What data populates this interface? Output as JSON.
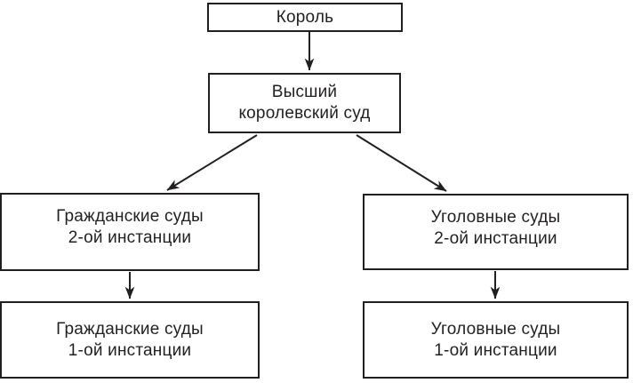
{
  "diagram": {
    "type": "flowchart",
    "language": "ru",
    "colors": {
      "background": "#ffffff",
      "box_fill": "#ffffff",
      "box_border": "#231f20",
      "text": "#231f20",
      "arrow": "#231f20"
    },
    "nodes": {
      "king": {
        "id": "king",
        "lines": [
          "Король"
        ]
      },
      "supreme_court": {
        "id": "supreme_court",
        "lines": [
          "Высший",
          "королевский суд"
        ]
      },
      "civil_courts_2": {
        "id": "civil_courts_2",
        "lines": [
          "Гражданские суды",
          "2-ой инстанции"
        ]
      },
      "criminal_courts_2": {
        "id": "criminal_courts_2",
        "lines": [
          "Уголовные суды",
          "2-ой инстанции"
        ]
      },
      "civil_courts_1": {
        "id": "civil_courts_1",
        "lines": [
          "Гражданские суды",
          "1-ой инстанции"
        ]
      },
      "criminal_courts_1": {
        "id": "criminal_courts_1",
        "lines": [
          "Уголовные суды",
          "1-ой инстанции"
        ]
      }
    },
    "edges": [
      {
        "from": "king",
        "to": "supreme_court",
        "style": "arrow"
      },
      {
        "from": "supreme_court",
        "to": "civil_courts_2",
        "style": "arrow"
      },
      {
        "from": "supreme_court",
        "to": "criminal_courts_2",
        "style": "arrow"
      },
      {
        "from": "civil_courts_2",
        "to": "civil_courts_1",
        "style": "arrow"
      },
      {
        "from": "criminal_courts_2",
        "to": "criminal_courts_1",
        "style": "arrow"
      }
    ]
  }
}
